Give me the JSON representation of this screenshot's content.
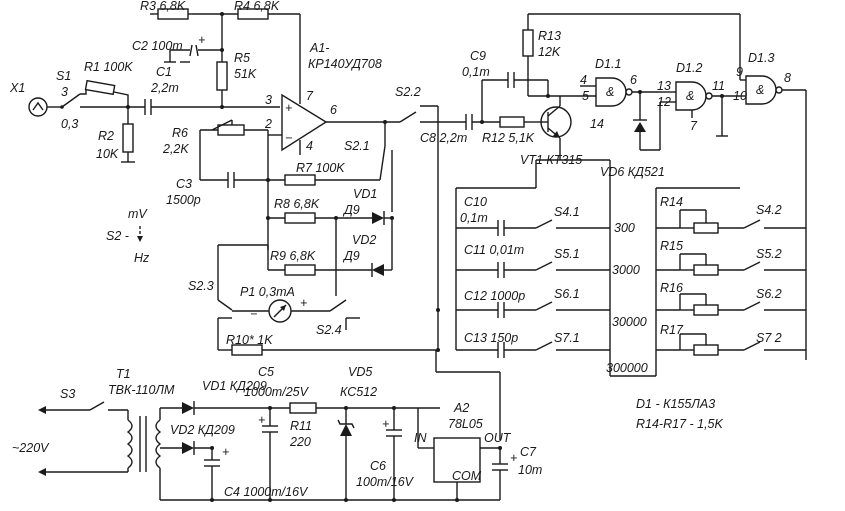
{
  "labels": {
    "x1": "X1",
    "s1": "S1",
    "s1_pos_a": "3",
    "s1_pos_b": "0,3",
    "r1": "R1 100K",
    "r2": "R2",
    "r2v": "10K",
    "r3": "R3 6,8K",
    "r4": "R4 6,8K",
    "c2": "C2 100m",
    "c1": "C1",
    "c1v": "2,2m",
    "r5": "R5",
    "r5v": "51K",
    "r6": "R6",
    "r6v": "2,2K",
    "c3": "C3",
    "c3v": "1500p",
    "a1": "A1-",
    "a1v": "КР140УД708",
    "pin2": "2",
    "pin3": "3",
    "pin4": "4",
    "pin6": "6",
    "pin7": "7",
    "r7": "R7 100K",
    "s21": "S2.1",
    "s22": "S2.2",
    "vd1": "VD1",
    "vd1v": "Д9",
    "vd2": "VD2",
    "vd2v": "Д9",
    "r8": "R8 6,8K",
    "r9": "R9 6,8K",
    "mode_mv": "mV",
    "mode_s2": "S2 -",
    "mode_hz": "Hz",
    "s23": "S2.3",
    "s24": "S2.4",
    "p1": "P1 0,3mA",
    "r10": "R10* 1K",
    "c9": "C9",
    "c9v": "0,1m",
    "r13": "R13",
    "r13v": "12K",
    "c8": "C8 2,2m",
    "r12": "R12 5,1K",
    "vt1": "VT1 КТ315",
    "d11": "D1.1",
    "d12": "D1.2",
    "d13": "D1.3",
    "vd6": "VD6 КД521",
    "n4": "4",
    "n5": "5",
    "n6": "6",
    "n14": "14",
    "n13": "13",
    "n12": "12",
    "n11": "11",
    "n10": "10",
    "n9": "9",
    "n8": "8",
    "n7": "7",
    "c10": "C10",
    "c10v": "0,1m",
    "c11": "C11 0,01m",
    "c12": "C12 1000p",
    "c13": "C13 150p",
    "s41": "S4.1",
    "s51": "S5.1",
    "s61": "S6.1",
    "s71": "S7.1",
    "s42": "S4.2",
    "s52": "S5.2",
    "s62": "S6.2",
    "s72": "S7 2",
    "r14": "R14",
    "r15": "R15",
    "r16": "R16",
    "r17": "R17",
    "range1": "300",
    "range2": "3000",
    "range3": "30000",
    "range4": "300000",
    "t1": "T1",
    "t1v": "ТВК-110ЛМ",
    "s3": "S3",
    "mains": "~220V",
    "pvd1": "VD1 КД209",
    "pvd2": "VD2 КД209",
    "c5": "C5",
    "c5v": "1000m/25V",
    "r11": "R11",
    "r11v": "220",
    "vd5": "VD5",
    "vd5v": "КС512",
    "c4": "C4 1000m/16V",
    "c6": "C6",
    "c6v": "100m/16V",
    "a2": "A2",
    "a2v": "78L05",
    "in": "IN",
    "out": "OUT",
    "com": "COM",
    "c7": "C7",
    "c7v": "10m",
    "note1": "D1 - К155ЛА3",
    "note2": "R14-R17 - 1,5K",
    "plus": "+",
    "minus": "−"
  }
}
